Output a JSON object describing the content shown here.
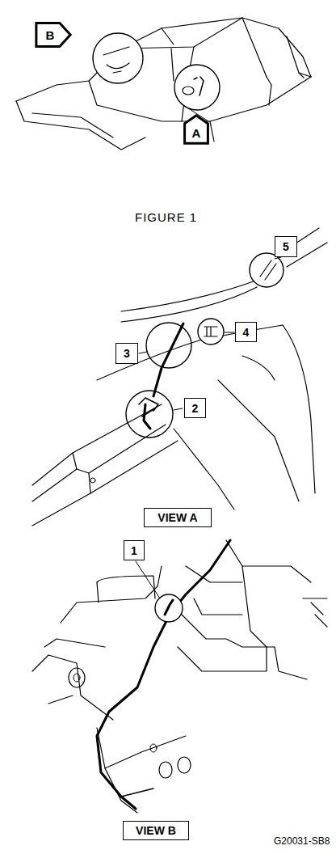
{
  "diagram": {
    "title": "FIGURE 1",
    "nodes": [
      {
        "text": [
          "B"
        ]
      },
      {
        "text": [
          "A"
        ]
      },
      {
        "text": [
          "5"
        ]
      },
      {
        "text": [
          "4"
        ]
      },
      {
        "text": [
          "3"
        ]
      },
      {
        "text": [
          "2"
        ]
      },
      {
        "text": [
          "VIEW A"
        ]
      },
      {
        "text": [
          "1"
        ]
      },
      {
        "text": [
          "VIEW B"
        ]
      }
    ],
    "labels": [
      "G20031-SB8"
    ]
  }
}
